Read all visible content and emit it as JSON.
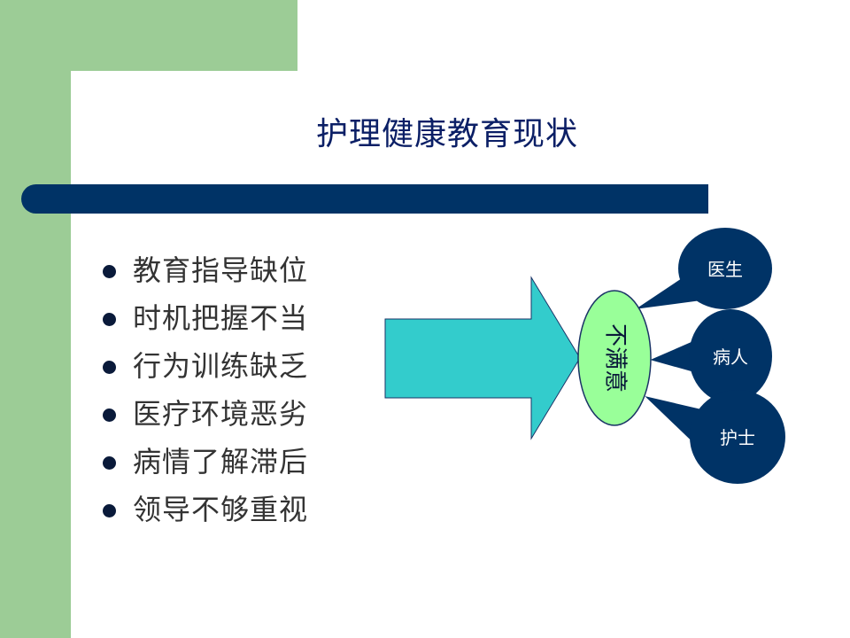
{
  "slide": {
    "title": "护理健康教育现状",
    "bullets": [
      "教育指导缺位",
      "时机把握不当",
      "行为训练缺乏",
      "医疗环境恶劣",
      "病情了解滞后",
      "领导不够重视"
    ]
  },
  "diagram": {
    "center_label": "不满意",
    "bubbles": [
      "医生",
      "病人",
      "护士"
    ]
  },
  "colors": {
    "green": "#9ccc96",
    "navy": "#003366",
    "arrow": "#33cccc",
    "ellipse": "#99ff99",
    "title_text": "#0b1f66"
  }
}
